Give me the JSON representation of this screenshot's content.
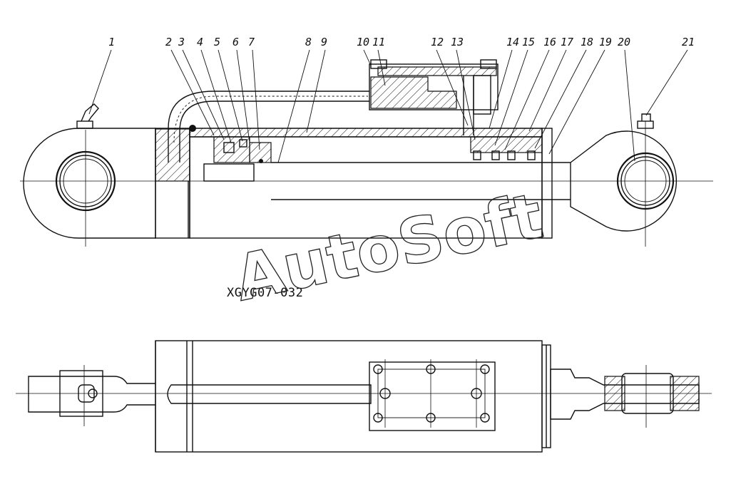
{
  "callouts": [
    "1",
    "2",
    "3",
    "4",
    "5",
    "6",
    "7",
    "8",
    "9",
    "10",
    "11",
    "12",
    "13",
    "14",
    "15",
    "16",
    "17",
    "18",
    "19",
    "20",
    "21"
  ],
  "drawing_code": "XGYG07-032",
  "watermark": "AutoSoft"
}
